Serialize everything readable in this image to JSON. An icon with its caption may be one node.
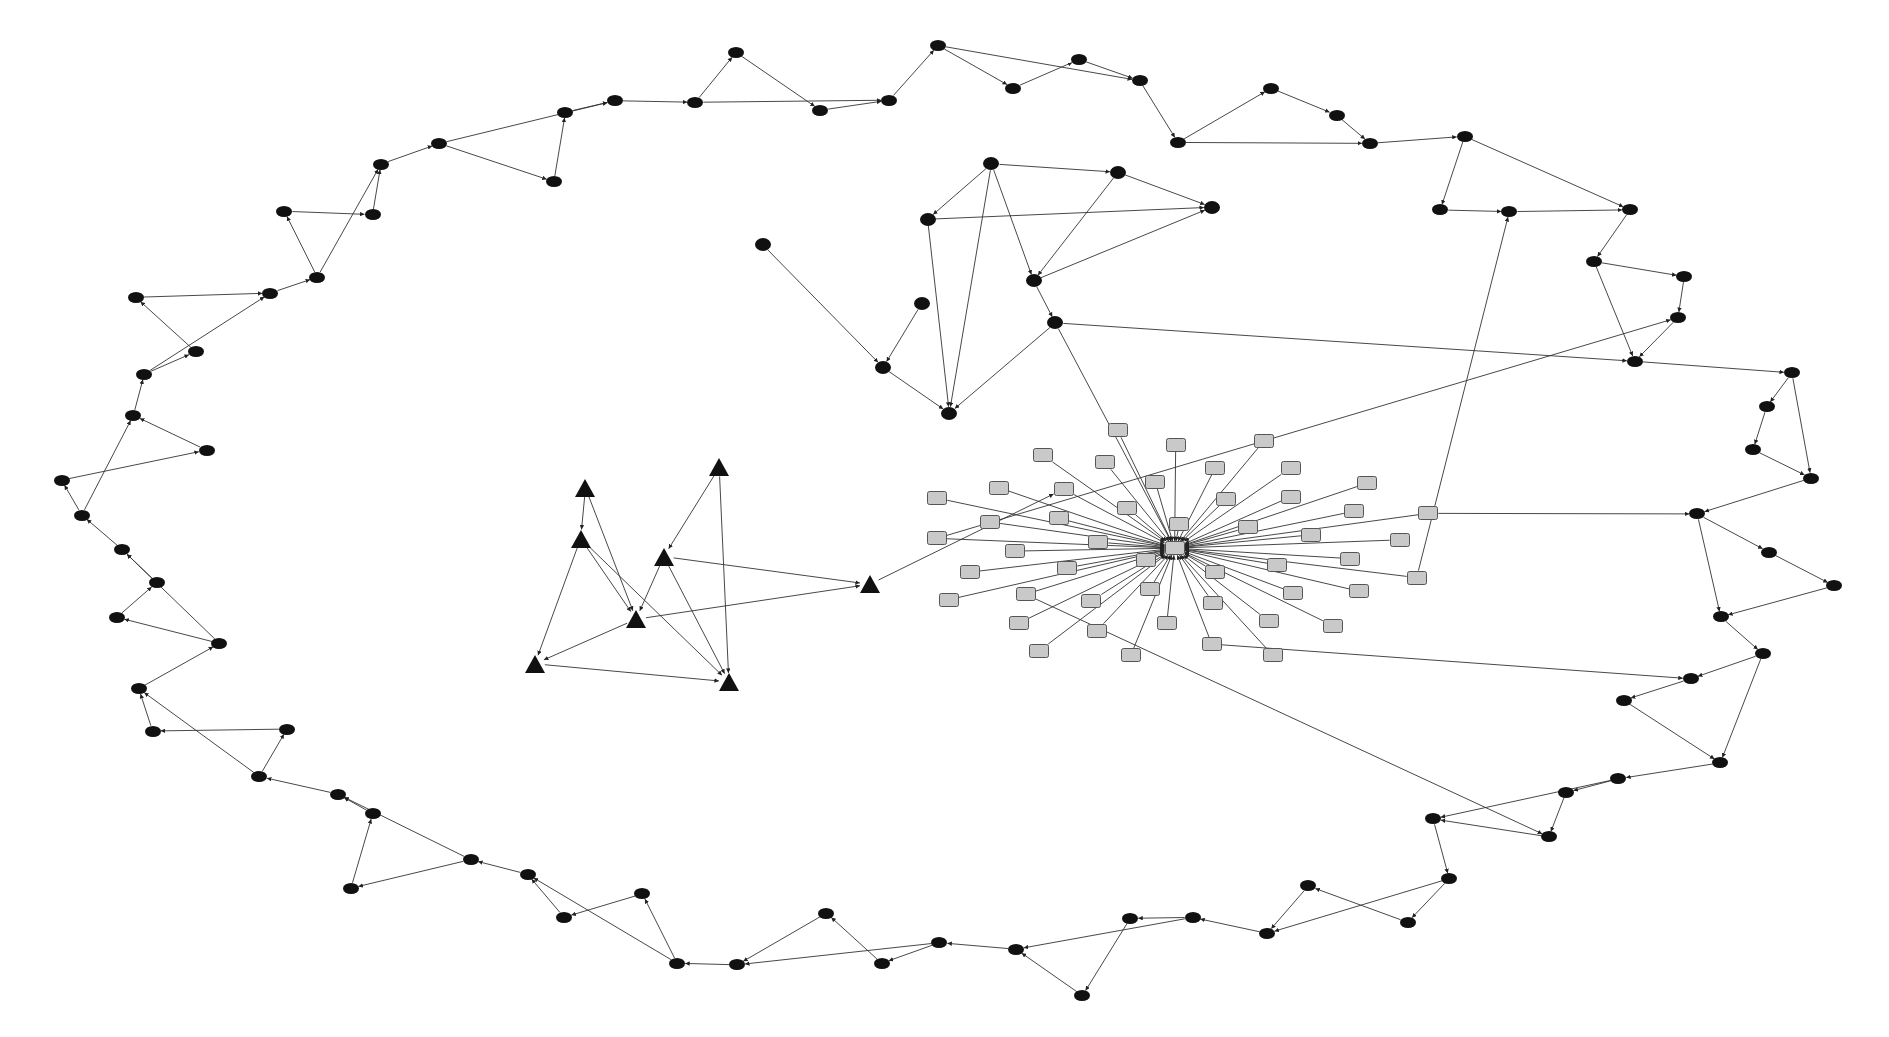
{
  "diagram": {
    "nodes": [
      {
        "text": [],
        "shape": "ellipse"
      },
      {
        "text": [],
        "shape": "ellipse"
      },
      {
        "text": [],
        "shape": "ellipse"
      },
      {
        "text": [],
        "shape": "ellipse"
      },
      {
        "text": [],
        "shape": "ellipse"
      },
      {
        "text": [],
        "shape": "ellipse"
      },
      {
        "text": [],
        "shape": "ellipse"
      },
      {
        "text": [],
        "shape": "ellipse"
      },
      {
        "text": [],
        "shape": "ellipse"
      },
      {
        "text": [],
        "shape": "ellipse"
      },
      {
        "text": [],
        "shape": "ellipse"
      },
      {
        "text": [],
        "shape": "ellipse"
      },
      {
        "text": [],
        "shape": "ellipse"
      },
      {
        "text": [],
        "shape": "ellipse"
      },
      {
        "text": [],
        "shape": "ellipse"
      },
      {
        "text": [],
        "shape": "ellipse"
      },
      {
        "text": [],
        "shape": "ellipse"
      },
      {
        "text": [],
        "shape": "ellipse"
      },
      {
        "text": [],
        "shape": "ellipse"
      },
      {
        "text": [],
        "shape": "ellipse"
      },
      {
        "text": [],
        "shape": "ellipse"
      },
      {
        "text": [],
        "shape": "ellipse"
      },
      {
        "text": [],
        "shape": "ellipse"
      },
      {
        "text": [],
        "shape": "ellipse"
      },
      {
        "text": [],
        "shape": "ellipse"
      },
      {
        "text": [],
        "shape": "ellipse"
      },
      {
        "text": [],
        "shape": "ellipse"
      },
      {
        "text": [],
        "shape": "ellipse"
      },
      {
        "text": [],
        "shape": "ellipse"
      },
      {
        "text": [],
        "shape": "ellipse"
      },
      {
        "text": [],
        "shape": "ellipse"
      },
      {
        "text": [],
        "shape": "ellipse"
      },
      {
        "text": [],
        "shape": "ellipse"
      },
      {
        "text": [],
        "shape": "ellipse"
      },
      {
        "text": [],
        "shape": "ellipse"
      },
      {
        "text": [],
        "shape": "ellipse"
      },
      {
        "text": [],
        "shape": "ellipse"
      },
      {
        "text": [],
        "shape": "ellipse"
      },
      {
        "text": [],
        "shape": "ellipse"
      },
      {
        "text": [],
        "shape": "ellipse"
      },
      {
        "text": [],
        "shape": "ellipse"
      },
      {
        "text": [],
        "shape": "ellipse"
      },
      {
        "text": [],
        "shape": "ellipse"
      },
      {
        "text": [],
        "shape": "ellipse"
      },
      {
        "text": [],
        "shape": "ellipse"
      },
      {
        "text": [],
        "shape": "ellipse"
      },
      {
        "text": [],
        "shape": "ellipse"
      },
      {
        "text": [],
        "shape": "ellipse"
      },
      {
        "text": [],
        "shape": "ellipse"
      },
      {
        "text": [],
        "shape": "ellipse"
      },
      {
        "text": [],
        "shape": "ellipse"
      },
      {
        "text": [],
        "shape": "ellipse"
      },
      {
        "text": [],
        "shape": "ellipse"
      },
      {
        "text": [],
        "shape": "ellipse"
      },
      {
        "text": [],
        "shape": "ellipse"
      },
      {
        "text": [],
        "shape": "ellipse"
      },
      {
        "text": [],
        "shape": "ellipse"
      },
      {
        "text": [],
        "shape": "ellipse"
      },
      {
        "text": [],
        "shape": "ellipse"
      },
      {
        "text": [],
        "shape": "ellipse"
      },
      {
        "text": [],
        "shape": "ellipse"
      },
      {
        "text": [],
        "shape": "ellipse"
      },
      {
        "text": [],
        "shape": "ellipse"
      },
      {
        "text": [],
        "shape": "ellipse"
      },
      {
        "text": [],
        "shape": "ellipse"
      },
      {
        "text": [],
        "shape": "ellipse"
      },
      {
        "text": [],
        "shape": "ellipse"
      },
      {
        "text": [],
        "shape": "ellipse"
      },
      {
        "text": [],
        "shape": "ellipse"
      },
      {
        "text": [],
        "shape": "ellipse"
      },
      {
        "text": [],
        "shape": "ellipse"
      },
      {
        "text": [],
        "shape": "ellipse"
      },
      {
        "text": [],
        "shape": "ellipse"
      },
      {
        "text": [],
        "shape": "ellipse"
      },
      {
        "text": [],
        "shape": "ellipse"
      },
      {
        "text": [],
        "shape": "ellipse"
      },
      {
        "text": [],
        "shape": "ellipse"
      },
      {
        "text": [],
        "shape": "ellipse"
      },
      {
        "text": [],
        "shape": "ellipse"
      },
      {
        "text": [],
        "shape": "ellipse"
      },
      {
        "text": [],
        "shape": "circle"
      },
      {
        "text": [],
        "shape": "circle"
      },
      {
        "text": [],
        "shape": "circle"
      },
      {
        "text": [],
        "shape": "circle"
      },
      {
        "text": [],
        "shape": "circle"
      },
      {
        "text": [],
        "shape": "circle"
      },
      {
        "text": [],
        "shape": "circle"
      },
      {
        "text": [],
        "shape": "circle"
      },
      {
        "text": [],
        "shape": "circle"
      },
      {
        "text": [],
        "shape": "circle"
      },
      {
        "text": [],
        "shape": "triangle"
      },
      {
        "text": [],
        "shape": "triangle"
      },
      {
        "text": [],
        "shape": "triangle"
      },
      {
        "text": [],
        "shape": "triangle"
      },
      {
        "text": [],
        "shape": "triangle"
      },
      {
        "text": [],
        "shape": "triangle"
      },
      {
        "text": [],
        "shape": "triangle"
      },
      {
        "text": [],
        "shape": "triangle"
      },
      {
        "text": [],
        "shape": "box"
      },
      {
        "text": [],
        "shape": "box"
      },
      {
        "text": [],
        "shape": "box"
      },
      {
        "text": [],
        "shape": "box"
      },
      {
        "text": [],
        "shape": "box"
      },
      {
        "text": [],
        "shape": "box"
      },
      {
        "text": [],
        "shape": "box"
      },
      {
        "text": [],
        "shape": "box"
      },
      {
        "text": [],
        "shape": "box"
      },
      {
        "text": [],
        "shape": "box"
      },
      {
        "text": [],
        "shape": "box"
      },
      {
        "text": [],
        "shape": "box"
      },
      {
        "text": [],
        "shape": "box"
      },
      {
        "text": [],
        "shape": "box"
      },
      {
        "text": [],
        "shape": "box"
      },
      {
        "text": [],
        "shape": "box"
      },
      {
        "text": [],
        "shape": "box"
      },
      {
        "text": [],
        "shape": "box"
      },
      {
        "text": [],
        "shape": "box"
      },
      {
        "text": [],
        "shape": "box"
      },
      {
        "text": [],
        "shape": "box"
      },
      {
        "text": [],
        "shape": "box"
      },
      {
        "text": [],
        "shape": "box"
      },
      {
        "text": [],
        "shape": "box"
      },
      {
        "text": [],
        "shape": "box"
      },
      {
        "text": [],
        "shape": "box"
      },
      {
        "text": [],
        "shape": "box"
      },
      {
        "text": [],
        "shape": "box"
      },
      {
        "text": [],
        "shape": "box"
      },
      {
        "text": [],
        "shape": "box"
      },
      {
        "text": [],
        "shape": "box"
      },
      {
        "text": [],
        "shape": "box"
      },
      {
        "text": [],
        "shape": "box"
      },
      {
        "text": [],
        "shape": "box"
      },
      {
        "text": [],
        "shape": "box"
      },
      {
        "text": [],
        "shape": "box"
      },
      {
        "text": [],
        "shape": "box"
      },
      {
        "text": [],
        "shape": "box"
      },
      {
        "text": [],
        "shape": "box"
      },
      {
        "text": [],
        "shape": "box"
      },
      {
        "text": [],
        "shape": "box"
      },
      {
        "text": [],
        "shape": "box"
      },
      {
        "text": [],
        "shape": "box"
      },
      {
        "text": [],
        "shape": "box"
      },
      {
        "text": [],
        "shape": "box"
      },
      {
        "text": [],
        "shape": "box"
      },
      {
        "text": [],
        "shape": "box"
      },
      {
        "text": [],
        "shape": "box"
      },
      {
        "text": [],
        "shape": "box"
      },
      {
        "text": [],
        "shape": "box"
      }
    ],
    "edges": [
      {
        "from": 0,
        "to": 1,
        "arrow": "to"
      },
      {
        "from": 1,
        "to": 2,
        "arrow": "to"
      },
      {
        "from": 2,
        "to": 3,
        "arrow": "to"
      },
      {
        "from": 3,
        "to": 4,
        "arrow": "to"
      },
      {
        "from": 4,
        "to": 5,
        "arrow": "to"
      },
      {
        "from": 5,
        "to": 6,
        "arrow": "to"
      },
      {
        "from": 6,
        "to": 7,
        "arrow": "to"
      },
      {
        "from": 7,
        "to": 8,
        "arrow": "to"
      },
      {
        "from": 8,
        "to": 9,
        "arrow": "to"
      },
      {
        "from": 9,
        "to": 10,
        "arrow": "to"
      },
      {
        "from": 10,
        "to": 11,
        "arrow": "to"
      },
      {
        "from": 11,
        "to": 12,
        "arrow": "to"
      },
      {
        "from": 12,
        "to": 13,
        "arrow": "to"
      },
      {
        "from": 13,
        "to": 14,
        "arrow": "to"
      },
      {
        "from": 14,
        "to": 15,
        "arrow": "to"
      },
      {
        "from": 15,
        "to": 16,
        "arrow": "to"
      },
      {
        "from": 16,
        "to": 17,
        "arrow": "to"
      },
      {
        "from": 17,
        "to": 18,
        "arrow": "to"
      },
      {
        "from": 18,
        "to": 19,
        "arrow": "to"
      },
      {
        "from": 19,
        "to": 20,
        "arrow": "to"
      },
      {
        "from": 20,
        "to": 21,
        "arrow": "to"
      },
      {
        "from": 21,
        "to": 22,
        "arrow": "to"
      },
      {
        "from": 22,
        "to": 23,
        "arrow": "to"
      },
      {
        "from": 23,
        "to": 24,
        "arrow": "to"
      },
      {
        "from": 24,
        "to": 25,
        "arrow": "to"
      },
      {
        "from": 25,
        "to": 26,
        "arrow": "to"
      },
      {
        "from": 26,
        "to": 27,
        "arrow": "to"
      },
      {
        "from": 27,
        "to": 28,
        "arrow": "to"
      },
      {
        "from": 28,
        "to": 29,
        "arrow": "to"
      },
      {
        "from": 29,
        "to": 30,
        "arrow": "to"
      },
      {
        "from": 30,
        "to": 31,
        "arrow": "to"
      },
      {
        "from": 31,
        "to": 32,
        "arrow": "to"
      },
      {
        "from": 32,
        "to": 33,
        "arrow": "to"
      },
      {
        "from": 33,
        "to": 34,
        "arrow": "to"
      },
      {
        "from": 34,
        "to": 35,
        "arrow": "to"
      },
      {
        "from": 35,
        "to": 36,
        "arrow": "to"
      },
      {
        "from": 36,
        "to": 37,
        "arrow": "to"
      },
      {
        "from": 37,
        "to": 38,
        "arrow": "to"
      },
      {
        "from": 38,
        "to": 39,
        "arrow": "to"
      },
      {
        "from": 39,
        "to": 40,
        "arrow": "to"
      },
      {
        "from": 40,
        "to": 41,
        "arrow": "to"
      },
      {
        "from": 41,
        "to": 42,
        "arrow": "to"
      },
      {
        "from": 42,
        "to": 43,
        "arrow": "to"
      },
      {
        "from": 43,
        "to": 44,
        "arrow": "to"
      },
      {
        "from": 44,
        "to": 45,
        "arrow": "to"
      },
      {
        "from": 45,
        "to": 46,
        "arrow": "to"
      },
      {
        "from": 46,
        "to": 47,
        "arrow": "to"
      },
      {
        "from": 47,
        "to": 48,
        "arrow": "to"
      },
      {
        "from": 48,
        "to": 49,
        "arrow": "to"
      },
      {
        "from": 49,
        "to": 50,
        "arrow": "to"
      },
      {
        "from": 50,
        "to": 51,
        "arrow": "to"
      },
      {
        "from": 51,
        "to": 52,
        "arrow": "to"
      },
      {
        "from": 52,
        "to": 53,
        "arrow": "to"
      },
      {
        "from": 53,
        "to": 54,
        "arrow": "to"
      },
      {
        "from": 54,
        "to": 55,
        "arrow": "to"
      },
      {
        "from": 55,
        "to": 56,
        "arrow": "to"
      },
      {
        "from": 56,
        "to": 57,
        "arrow": "to"
      },
      {
        "from": 57,
        "to": 58,
        "arrow": "to"
      },
      {
        "from": 58,
        "to": 59,
        "arrow": "to"
      },
      {
        "from": 59,
        "to": 60,
        "arrow": "to"
      },
      {
        "from": 60,
        "to": 61,
        "arrow": "to"
      },
      {
        "from": 61,
        "to": 62,
        "arrow": "to"
      },
      {
        "from": 62,
        "to": 63,
        "arrow": "to"
      },
      {
        "from": 63,
        "to": 64,
        "arrow": "to"
      },
      {
        "from": 64,
        "to": 65,
        "arrow": "to"
      },
      {
        "from": 65,
        "to": 66,
        "arrow": "to"
      },
      {
        "from": 66,
        "to": 67,
        "arrow": "to"
      },
      {
        "from": 67,
        "to": 68,
        "arrow": "to"
      },
      {
        "from": 68,
        "to": 69,
        "arrow": "to"
      },
      {
        "from": 69,
        "to": 70,
        "arrow": "to"
      },
      {
        "from": 70,
        "to": 71,
        "arrow": "to"
      },
      {
        "from": 71,
        "to": 72,
        "arrow": "to"
      },
      {
        "from": 72,
        "to": 73,
        "arrow": "to"
      },
      {
        "from": 73,
        "to": 74,
        "arrow": "to"
      },
      {
        "from": 74,
        "to": 75,
        "arrow": "to"
      },
      {
        "from": 75,
        "to": 76,
        "arrow": "to"
      },
      {
        "from": 76,
        "to": 77,
        "arrow": "to"
      },
      {
        "from": 77,
        "to": 78,
        "arrow": "to"
      },
      {
        "from": 78,
        "to": 79,
        "arrow": "to"
      },
      {
        "from": 79,
        "to": 0,
        "arrow": "to"
      },
      {
        "from": 0,
        "to": 3,
        "arrow": "to"
      },
      {
        "from": 4,
        "to": 7,
        "arrow": "to"
      },
      {
        "from": 8,
        "to": 11,
        "arrow": "to"
      },
      {
        "from": 12,
        "to": 15,
        "arrow": "to"
      },
      {
        "from": 16,
        "to": 19,
        "arrow": "to"
      },
      {
        "from": 20,
        "to": 23,
        "arrow": "to"
      },
      {
        "from": 24,
        "to": 27,
        "arrow": "to"
      },
      {
        "from": 28,
        "to": 31,
        "arrow": "to"
      },
      {
        "from": 32,
        "to": 35,
        "arrow": "to"
      },
      {
        "from": 36,
        "to": 39,
        "arrow": "to"
      },
      {
        "from": 40,
        "to": 43,
        "arrow": "to"
      },
      {
        "from": 44,
        "to": 47,
        "arrow": "to"
      },
      {
        "from": 48,
        "to": 51,
        "arrow": "to"
      },
      {
        "from": 52,
        "to": 55,
        "arrow": "to"
      },
      {
        "from": 56,
        "to": 59,
        "arrow": "to"
      },
      {
        "from": 60,
        "to": 63,
        "arrow": "to"
      },
      {
        "from": 64,
        "to": 67,
        "arrow": "to"
      },
      {
        "from": 68,
        "to": 71,
        "arrow": "to"
      },
      {
        "from": 72,
        "to": 75,
        "arrow": "to"
      },
      {
        "from": 76,
        "to": 79,
        "arrow": "to"
      },
      {
        "from": 80,
        "to": 81,
        "arrow": "to"
      },
      {
        "from": 80,
        "to": 82,
        "arrow": "to"
      },
      {
        "from": 82,
        "to": 83,
        "arrow": "to"
      },
      {
        "from": 81,
        "to": 83,
        "arrow": "to"
      },
      {
        "from": 80,
        "to": 84,
        "arrow": "to"
      },
      {
        "from": 81,
        "to": 88,
        "arrow": "to"
      },
      {
        "from": 84,
        "to": 85,
        "arrow": "to"
      },
      {
        "from": 84,
        "to": 83,
        "arrow": "to"
      },
      {
        "from": 85,
        "to": 88,
        "arrow": "to"
      },
      {
        "from": 86,
        "to": 87,
        "arrow": "to"
      },
      {
        "from": 87,
        "to": 88,
        "arrow": "to"
      },
      {
        "from": 89,
        "to": 87,
        "arrow": "to"
      },
      {
        "from": 82,
        "to": 84,
        "arrow": "to"
      },
      {
        "from": 80,
        "to": 88,
        "arrow": "to"
      },
      {
        "from": 85,
        "to": 98,
        "arrow": "to"
      },
      {
        "from": 85,
        "to": 35,
        "arrow": "to"
      },
      {
        "from": 90,
        "to": 92,
        "arrow": "to"
      },
      {
        "from": 92,
        "to": 95,
        "arrow": "to"
      },
      {
        "from": 90,
        "to": 94,
        "arrow": "to"
      },
      {
        "from": 92,
        "to": 94,
        "arrow": "to"
      },
      {
        "from": 94,
        "to": 95,
        "arrow": "to"
      },
      {
        "from": 91,
        "to": 93,
        "arrow": "to"
      },
      {
        "from": 93,
        "to": 94,
        "arrow": "to"
      },
      {
        "from": 93,
        "to": 96,
        "arrow": "to"
      },
      {
        "from": 91,
        "to": 96,
        "arrow": "to"
      },
      {
        "from": 92,
        "to": 96,
        "arrow": "to"
      },
      {
        "from": 95,
        "to": 96,
        "arrow": "to"
      },
      {
        "from": 94,
        "to": 97,
        "arrow": "to"
      },
      {
        "from": 93,
        "to": 97,
        "arrow": "to"
      },
      {
        "from": 97,
        "to": 118,
        "arrow": "to"
      },
      {
        "from": 99,
        "to": 98,
        "arrow": "to"
      },
      {
        "from": 100,
        "to": 98,
        "arrow": "to"
      },
      {
        "from": 101,
        "to": 98,
        "arrow": "to"
      },
      {
        "from": 102,
        "to": 98,
        "arrow": "to"
      },
      {
        "from": 103,
        "to": 98,
        "arrow": "to"
      },
      {
        "from": 104,
        "to": 98,
        "arrow": "to"
      },
      {
        "from": 105,
        "to": 98,
        "arrow": "to"
      },
      {
        "from": 106,
        "to": 98,
        "arrow": "to"
      },
      {
        "from": 107,
        "to": 98,
        "arrow": "to"
      },
      {
        "from": 108,
        "to": 98,
        "arrow": "to"
      },
      {
        "from": 109,
        "to": 98,
        "arrow": "to"
      },
      {
        "from": 110,
        "to": 98,
        "arrow": "to"
      },
      {
        "from": 111,
        "to": 98,
        "arrow": "to"
      },
      {
        "from": 112,
        "to": 98,
        "arrow": "to"
      },
      {
        "from": 113,
        "to": 98,
        "arrow": "to"
      },
      {
        "from": 114,
        "to": 98,
        "arrow": "to"
      },
      {
        "from": 115,
        "to": 98,
        "arrow": "to"
      },
      {
        "from": 116,
        "to": 98,
        "arrow": "to"
      },
      {
        "from": 117,
        "to": 98,
        "arrow": "to"
      },
      {
        "from": 118,
        "to": 98,
        "arrow": "to"
      },
      {
        "from": 119,
        "to": 98,
        "arrow": "to"
      },
      {
        "from": 120,
        "to": 98,
        "arrow": "to"
      },
      {
        "from": 121,
        "to": 98,
        "arrow": "to"
      },
      {
        "from": 122,
        "to": 98,
        "arrow": "to"
      },
      {
        "from": 123,
        "to": 98,
        "arrow": "to"
      },
      {
        "from": 124,
        "to": 98,
        "arrow": "to"
      },
      {
        "from": 125,
        "to": 98,
        "arrow": "to"
      },
      {
        "from": 126,
        "to": 98,
        "arrow": "to"
      },
      {
        "from": 127,
        "to": 98,
        "arrow": "to"
      },
      {
        "from": 128,
        "to": 98,
        "arrow": "to"
      },
      {
        "from": 129,
        "to": 98,
        "arrow": "to"
      },
      {
        "from": 130,
        "to": 98,
        "arrow": "to"
      },
      {
        "from": 131,
        "to": 98,
        "arrow": "to"
      },
      {
        "from": 132,
        "to": 98,
        "arrow": "to"
      },
      {
        "from": 133,
        "to": 98,
        "arrow": "to"
      },
      {
        "from": 134,
        "to": 98,
        "arrow": "to"
      },
      {
        "from": 135,
        "to": 98,
        "arrow": "to"
      },
      {
        "from": 136,
        "to": 98,
        "arrow": "to"
      },
      {
        "from": 137,
        "to": 98,
        "arrow": "to"
      },
      {
        "from": 138,
        "to": 98,
        "arrow": "to"
      },
      {
        "from": 139,
        "to": 98,
        "arrow": "to"
      },
      {
        "from": 140,
        "to": 98,
        "arrow": "to"
      },
      {
        "from": 141,
        "to": 98,
        "arrow": "to"
      },
      {
        "from": 142,
        "to": 98,
        "arrow": "to"
      },
      {
        "from": 143,
        "to": 98,
        "arrow": "to"
      },
      {
        "from": 144,
        "to": 98,
        "arrow": "to"
      },
      {
        "from": 145,
        "to": 98,
        "arrow": "to"
      },
      {
        "from": 146,
        "to": 98,
        "arrow": "to"
      },
      {
        "from": 147,
        "to": 98,
        "arrow": "to"
      },
      {
        "from": 140,
        "to": 30,
        "arrow": "to"
      },
      {
        "from": 145,
        "to": 40,
        "arrow": "to"
      },
      {
        "from": 130,
        "to": 45,
        "arrow": "to"
      },
      {
        "from": 120,
        "to": 50,
        "arrow": "to"
      },
      {
        "from": 136,
        "to": 34,
        "arrow": "to"
      }
    ]
  }
}
